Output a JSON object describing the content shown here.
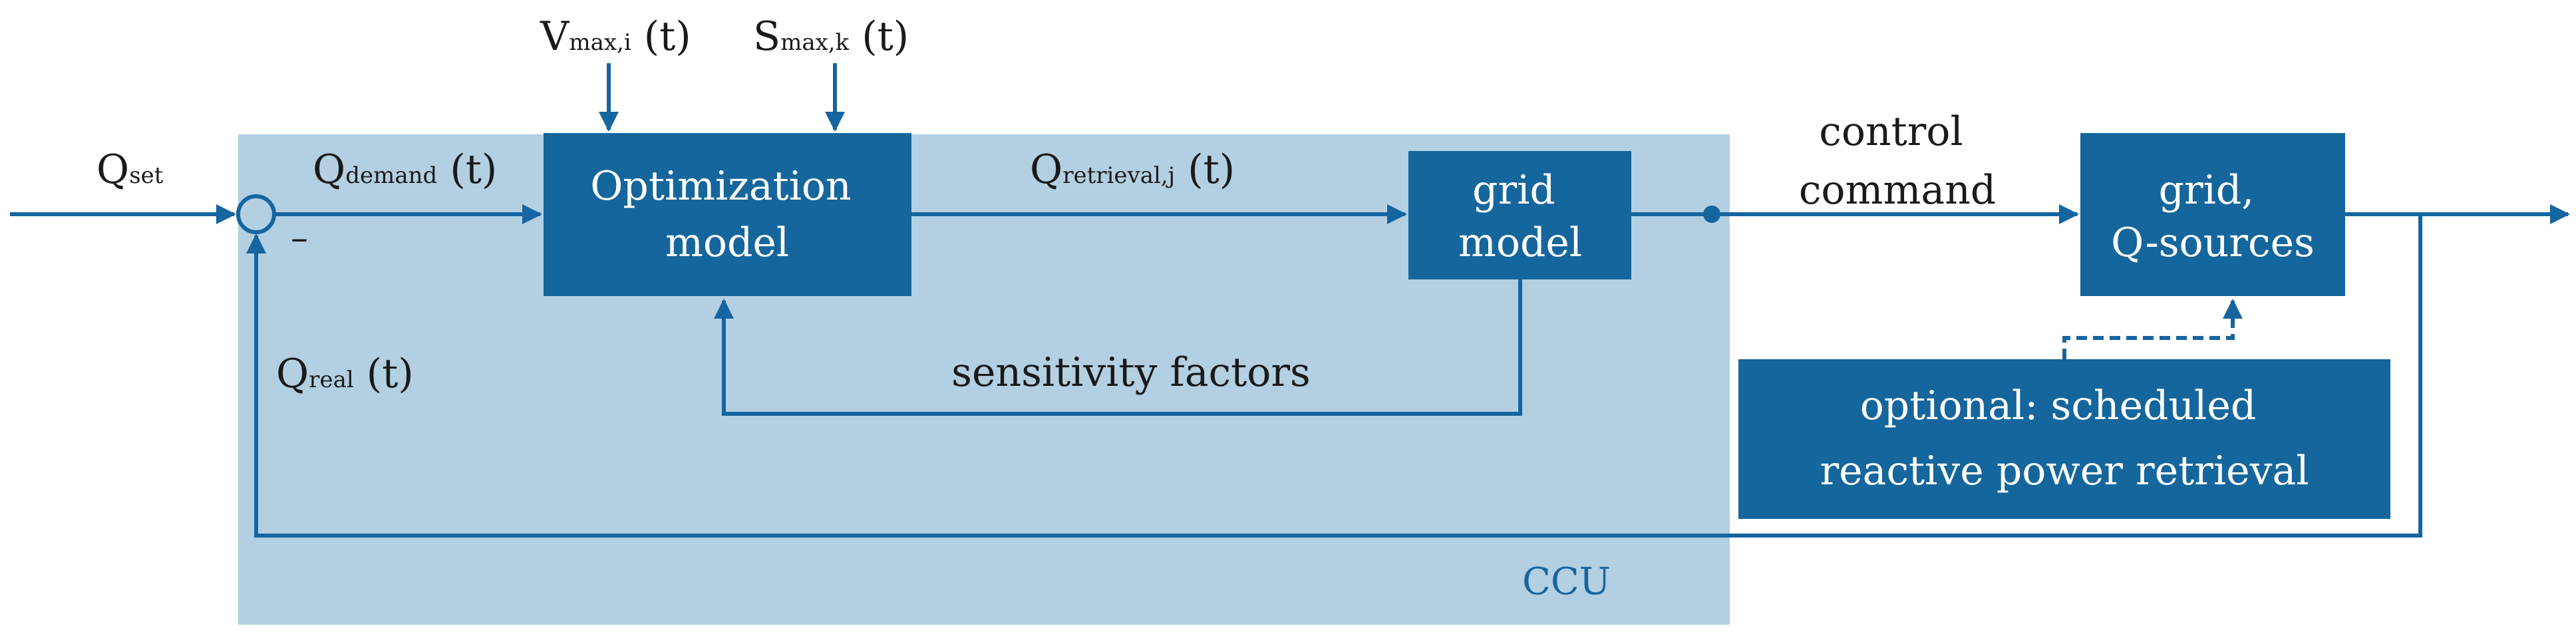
{
  "colors": {
    "accent": "#1565a0",
    "ccu_background": "#b3cfe2",
    "block_fill": "#15669c",
    "text": "#1a1a1a"
  },
  "ccu_label": "CCU",
  "blocks": {
    "optimization": [
      "Optimization",
      "model"
    ],
    "grid_model": [
      "grid",
      "model"
    ],
    "grid_sources": [
      "grid,",
      "Q-sources"
    ],
    "optional": [
      "optional: scheduled",
      "reactive power retrieval"
    ]
  },
  "signals": {
    "q_set": {
      "main": "Q",
      "sub": "set",
      "suffix": ""
    },
    "q_demand": {
      "main": "Q",
      "sub": "demand",
      "suffix": " (t)"
    },
    "v_max": {
      "main": "V",
      "sub": "max,i",
      "suffix": " (t)"
    },
    "s_max": {
      "main": "S",
      "sub": "max,k",
      "suffix": " (t)"
    },
    "q_retrieval": {
      "main": "Q",
      "sub": "retrieval,j",
      "suffix": " (t)"
    },
    "q_real": {
      "main": "Q",
      "sub": "real",
      "suffix": " (t)"
    }
  },
  "labels": {
    "control_command": [
      "control",
      "command"
    ],
    "sensitivity_factors": "sensitivity factors",
    "minus_sign": "–"
  }
}
